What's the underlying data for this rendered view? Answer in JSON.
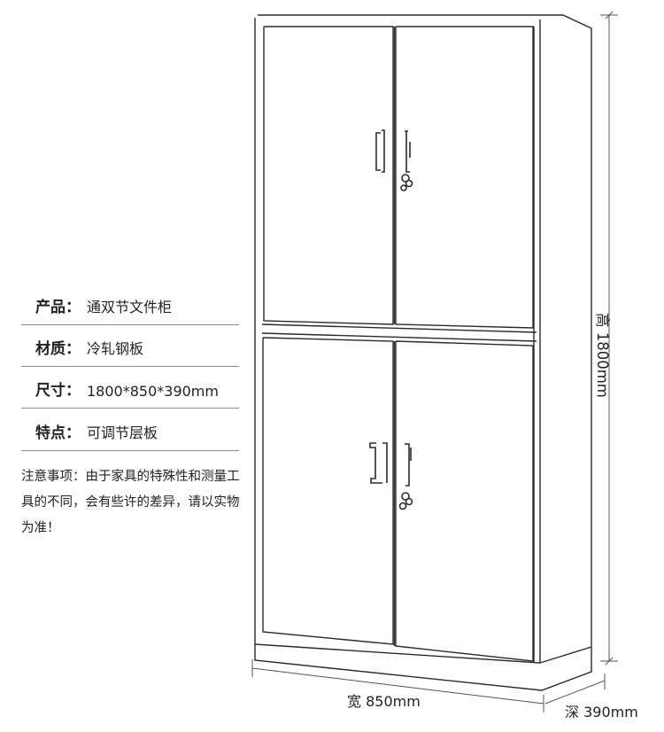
{
  "specs": [
    {
      "label": "产品：",
      "value": "通双节文件柜"
    },
    {
      "label": "材质：",
      "value": "冷轧钢板"
    },
    {
      "label": "尺寸：",
      "value": "1800*850*390mm"
    },
    {
      "label": "特点：",
      "value": "可调节层板"
    }
  ],
  "notice": "注意事项：由于家具的特殊性和测量工具的不同，会有些许的差异，请以实物为准！",
  "dimensions": {
    "height": "高 1800mm",
    "width": "宽 850mm",
    "depth": "深 390mm"
  },
  "colors": {
    "line": "#2b2b2b",
    "dim_line": "#555555",
    "divider": "#8a8a8a"
  }
}
